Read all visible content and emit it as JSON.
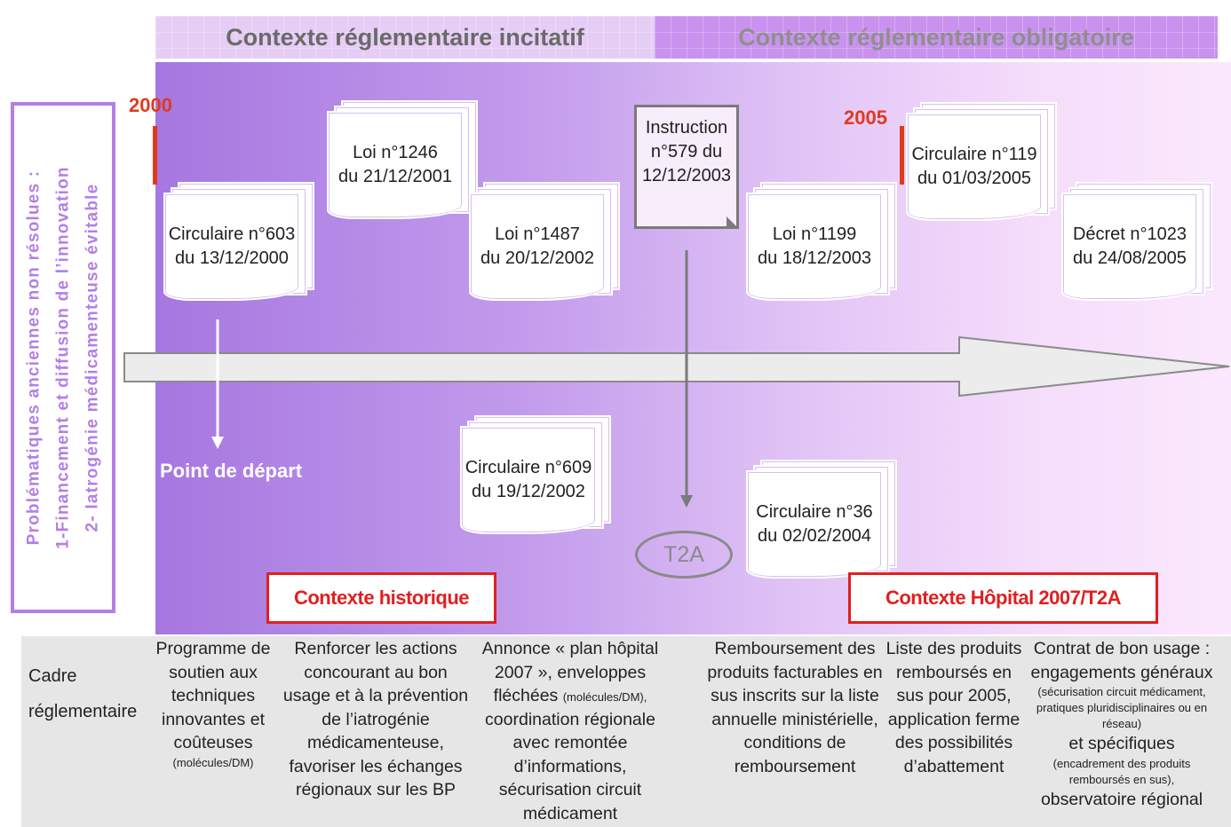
{
  "headers": {
    "left": "Contexte réglementaire incitatif",
    "right": "Contexte réglementaire obligatoire"
  },
  "sidebar": {
    "line1": "Problématiques anciennes non résolues :",
    "line2": "1-Financement et diffusion de l’innovation",
    "line3": "2- Iatrogénie médicamenteuse évitable"
  },
  "years": {
    "y2000": "2000",
    "y2005": "2005"
  },
  "documents": {
    "circ603": [
      "Circulaire n°603",
      "du 13/12/2000"
    ],
    "loi1246": [
      "Loi n°1246",
      "du 21/12/2001"
    ],
    "loi1487": [
      "Loi n°1487",
      "du 20/12/2002"
    ],
    "instruction": [
      "Instruction",
      "n°579 du",
      "12/12/2003"
    ],
    "loi1199": [
      "Loi n°1199",
      "du 18/12/2003"
    ],
    "circ119": [
      "Circulaire n°119",
      "du 01/03/2005"
    ],
    "decret1023": [
      "Décret n°1023",
      "du 24/08/2005"
    ],
    "circ609": [
      "Circulaire n°609",
      "du 19/12/2002"
    ],
    "circ36": [
      "Circulaire n°36",
      "du 02/02/2004"
    ]
  },
  "labels": {
    "point_depart": "Point de  départ",
    "t2a": "T2A",
    "contexte_historique": "Contexte historique",
    "contexte_hopital": "Contexte Hôpital 2007/T2A"
  },
  "cadre": {
    "label_line1": "Cadre",
    "label_line2": "réglementaire",
    "col1": {
      "main": "Programme de soutien aux techniques innovantes et coûteuses",
      "small": "(molécules/DM)"
    },
    "col2": {
      "main": "Renforcer les actions concourant au bon usage et à la prévention de l’iatrogénie médicamenteuse, favoriser les échanges régionaux sur les BP"
    },
    "col3": {
      "part1": "Annonce  « plan hôpital 2007 », enveloppes fléchées",
      "small": "(molécules/DM),",
      "part2": "coordination régionale avec remontée d’informations, sécurisation circuit médicament"
    },
    "col4": {
      "main": "Remboursement des produits facturables en sus  inscrits sur la liste  annuelle ministérielle, conditions de remboursement"
    },
    "col5": {
      "main": "Liste des produits remboursés en sus pour 2005, application ferme des possibilités d’abattement"
    },
    "col6": {
      "part1": "Contrat de bon usage : engagements généraux",
      "small1": "(sécurisation circuit médicament, pratiques pluridisciplinaires ou en réseau)",
      "part2": "et spécifiques",
      "small2": "(encadrement des produits remboursés en sus),",
      "part3": "observatoire régional"
    }
  }
}
